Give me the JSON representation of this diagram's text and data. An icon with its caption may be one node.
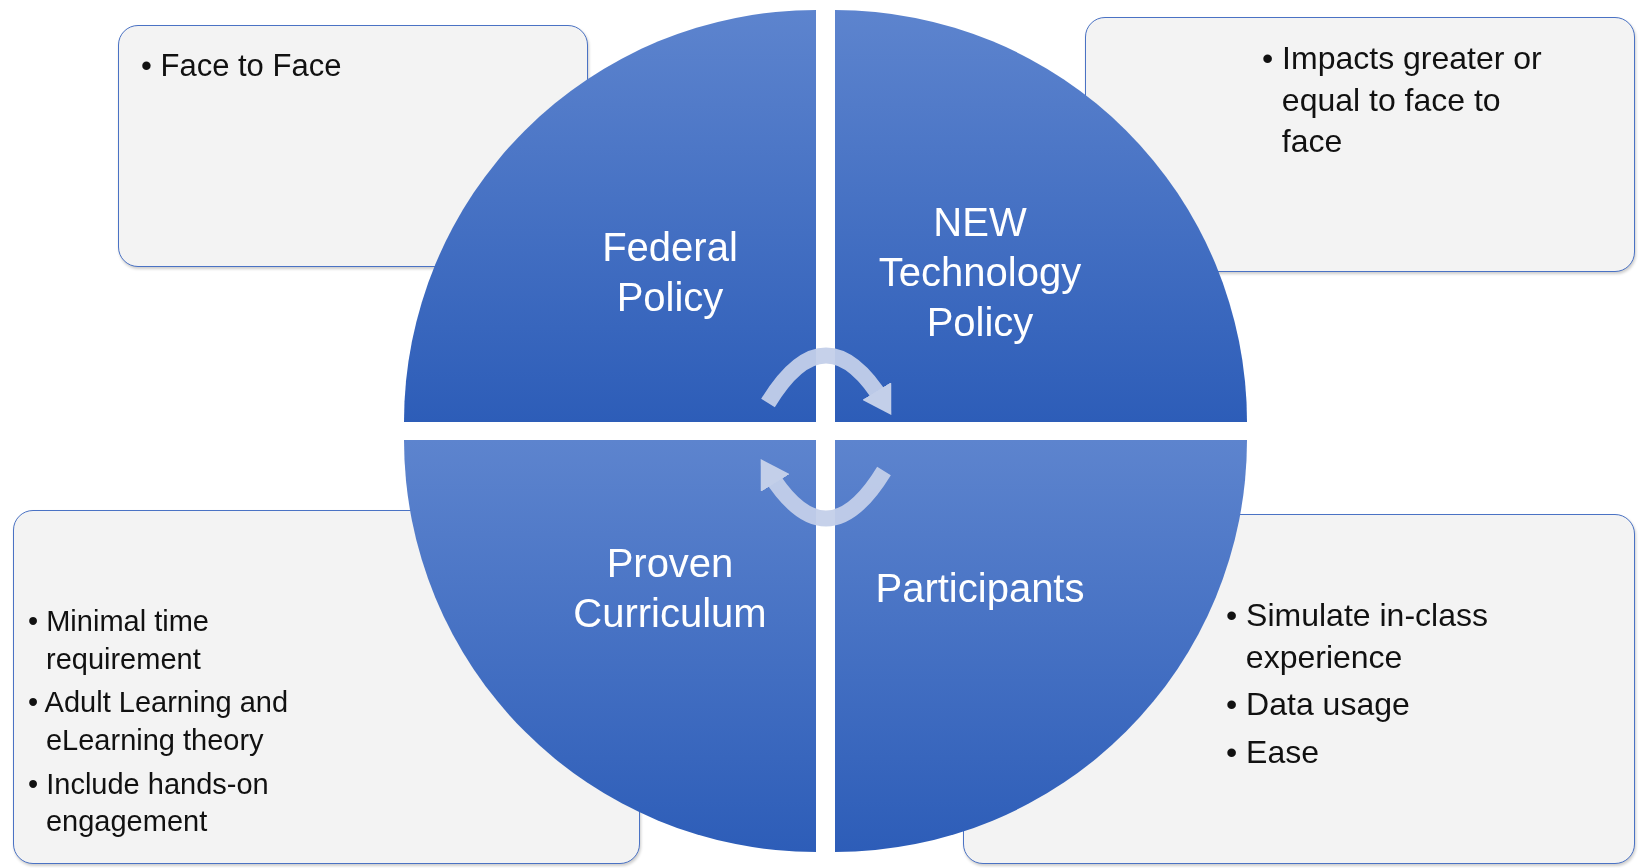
{
  "diagram": {
    "nodes": [
      {
        "text": [
          "• Face to Face"
        ]
      },
      {
        "text": [
          "Federal Policy"
        ]
      },
      {
        "text": [
          "NEW Technology Policy"
        ]
      },
      {
        "text": [
          "• Impacts greater or equal to face to face"
        ]
      },
      {
        "text": [
          "• Minimal time requirement",
          "• Adult Learning and eLearning theory",
          "• Include hands-on engagement"
        ]
      },
      {
        "text": [
          "Proven Curriculum"
        ]
      },
      {
        "text": [
          "Participants"
        ]
      },
      {
        "text": [
          "• Simulate in-class experience",
          "• Data usage",
          "• Ease"
        ]
      }
    ],
    "edges": [
      {
        "from": 1,
        "to": 2,
        "arrow": "to"
      },
      {
        "from": 6,
        "to": 5,
        "arrow": "to"
      }
    ]
  }
}
